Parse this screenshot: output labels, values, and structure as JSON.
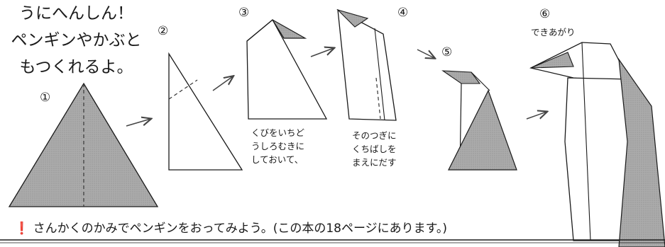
{
  "intro": {
    "line1": "うにへんしん！",
    "line2": "ペンギンやかぶと",
    "line3": "もつくれるよ。"
  },
  "steps": [
    {
      "number": "①"
    },
    {
      "number": "②"
    },
    {
      "number": "③",
      "note": [
        "くびをいちど",
        "うしろむきに",
        "しておいて、"
      ]
    },
    {
      "number": "④",
      "note": [
        "そのつぎに",
        "くちばしを",
        "まえにだす"
      ]
    },
    {
      "number": "⑤"
    },
    {
      "number": "⑥",
      "label": "できあがり"
    }
  ],
  "caption": {
    "icon": "exclamation-icon",
    "text": "さんかくのかみでペンギンをおってみよう。(この本の18ページにあります。)"
  },
  "colors": {
    "paper_gray": "#a8a8a8",
    "line": "#1a1a1a",
    "arrow": "#444444"
  }
}
